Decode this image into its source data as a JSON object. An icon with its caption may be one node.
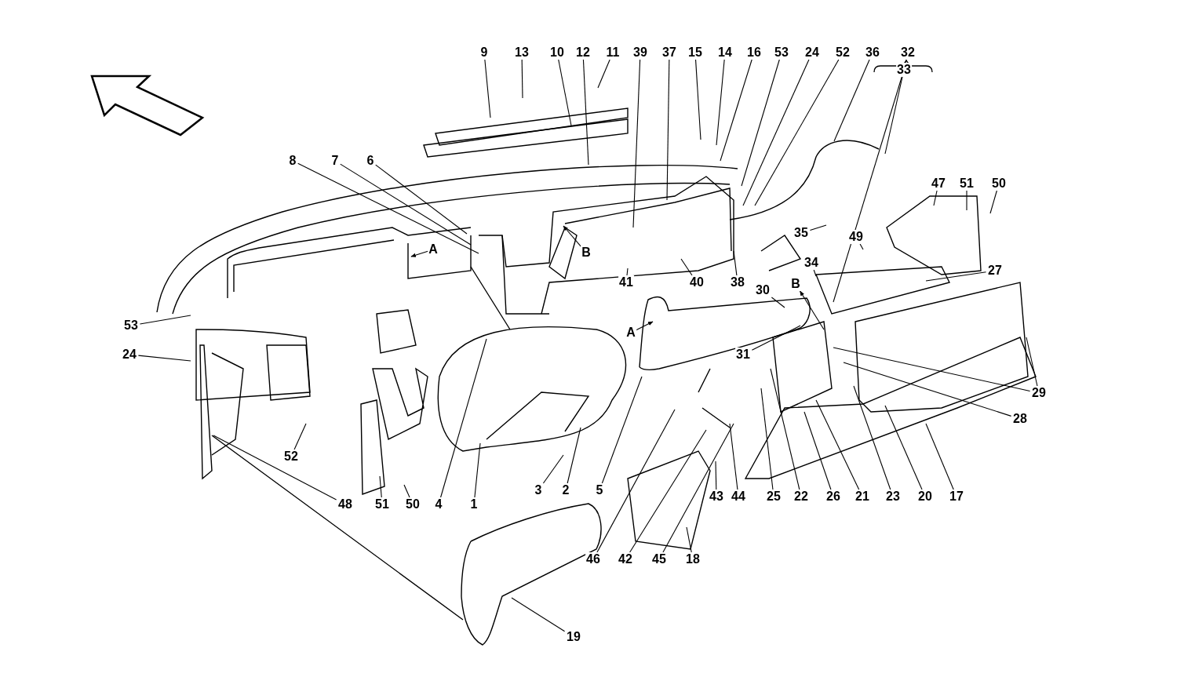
{
  "diagram": {
    "nodes": [
      {
        "text": [
          "9"
        ]
      },
      {
        "text": [
          "13"
        ]
      },
      {
        "text": [
          "10"
        ]
      },
      {
        "text": [
          "12"
        ]
      },
      {
        "text": [
          "11"
        ]
      },
      {
        "text": [
          "39"
        ]
      },
      {
        "text": [
          "37"
        ]
      },
      {
        "text": [
          "15"
        ]
      },
      {
        "text": [
          "14"
        ]
      },
      {
        "text": [
          "16"
        ]
      },
      {
        "text": [
          "53"
        ]
      },
      {
        "text": [
          "24"
        ]
      },
      {
        "text": [
          "52"
        ]
      },
      {
        "text": [
          "36"
        ]
      },
      {
        "text": [
          "32"
        ]
      },
      {
        "text": [
          "33"
        ]
      },
      {
        "text": [
          "8"
        ]
      },
      {
        "text": [
          "7"
        ]
      },
      {
        "text": [
          "6"
        ]
      },
      {
        "text": [
          "35"
        ]
      },
      {
        "text": [
          "47"
        ]
      },
      {
        "text": [
          "51"
        ]
      },
      {
        "text": [
          "50"
        ]
      },
      {
        "text": [
          "49"
        ]
      },
      {
        "text": [
          "A"
        ]
      },
      {
        "text": [
          "B"
        ]
      },
      {
        "text": [
          "41"
        ]
      },
      {
        "text": [
          "40"
        ]
      },
      {
        "text": [
          "38"
        ]
      },
      {
        "text": [
          "34"
        ]
      },
      {
        "text": [
          "B"
        ]
      },
      {
        "text": [
          "27"
        ]
      },
      {
        "text": [
          "30"
        ]
      },
      {
        "text": [
          "53"
        ]
      },
      {
        "text": [
          "A"
        ]
      },
      {
        "text": [
          "31"
        ]
      },
      {
        "text": [
          "24"
        ]
      },
      {
        "text": [
          "29"
        ]
      },
      {
        "text": [
          "28"
        ]
      },
      {
        "text": [
          "52"
        ]
      },
      {
        "text": [
          "3"
        ]
      },
      {
        "text": [
          "2"
        ]
      },
      {
        "text": [
          "5"
        ]
      },
      {
        "text": [
          "43"
        ]
      },
      {
        "text": [
          "44"
        ]
      },
      {
        "text": [
          "25"
        ]
      },
      {
        "text": [
          "22"
        ]
      },
      {
        "text": [
          "26"
        ]
      },
      {
        "text": [
          "21"
        ]
      },
      {
        "text": [
          "23"
        ]
      },
      {
        "text": [
          "20"
        ]
      },
      {
        "text": [
          "17"
        ]
      },
      {
        "text": [
          "48"
        ]
      },
      {
        "text": [
          "51"
        ]
      },
      {
        "text": [
          "50"
        ]
      },
      {
        "text": [
          "4"
        ]
      },
      {
        "text": [
          "1"
        ]
      },
      {
        "text": [
          "46"
        ]
      },
      {
        "text": [
          "42"
        ]
      },
      {
        "text": [
          "45"
        ]
      },
      {
        "text": [
          "18"
        ]
      },
      {
        "text": [
          "19"
        ]
      }
    ],
    "edges": [
      {
        "from": 0,
        "to": null,
        "arrow": "none"
      },
      {
        "from": 1,
        "to": null,
        "arrow": "none"
      },
      {
        "from": 2,
        "to": null,
        "arrow": "none"
      },
      {
        "from": 3,
        "to": null,
        "arrow": "none"
      },
      {
        "from": 4,
        "to": null,
        "arrow": "none"
      },
      {
        "from": 5,
        "to": null,
        "arrow": "none"
      },
      {
        "from": 6,
        "to": null,
        "arrow": "none"
      },
      {
        "from": 7,
        "to": null,
        "arrow": "none"
      },
      {
        "from": 8,
        "to": null,
        "arrow": "none"
      },
      {
        "from": 9,
        "to": null,
        "arrow": "none"
      },
      {
        "from": 10,
        "to": null,
        "arrow": "none"
      },
      {
        "from": 11,
        "to": null,
        "arrow": "none"
      },
      {
        "from": 12,
        "to": null,
        "arrow": "none"
      },
      {
        "from": 13,
        "to": null,
        "arrow": "none"
      },
      {
        "from": 14,
        "to": null,
        "arrow": "none"
      },
      {
        "from": 15,
        "to": null,
        "arrow": "none"
      },
      {
        "from": 16,
        "to": null,
        "arrow": "none"
      },
      {
        "from": 17,
        "to": null,
        "arrow": "none"
      },
      {
        "from": 18,
        "to": null,
        "arrow": "none"
      },
      {
        "from": 19,
        "to": null,
        "arrow": "none"
      },
      {
        "from": 20,
        "to": null,
        "arrow": "none"
      },
      {
        "from": 21,
        "to": null,
        "arrow": "none"
      },
      {
        "from": 22,
        "to": null,
        "arrow": "none"
      },
      {
        "from": 23,
        "to": null,
        "arrow": "none"
      },
      {
        "from": 24,
        "to": null,
        "arrow": "to"
      },
      {
        "from": 25,
        "to": null,
        "arrow": "to"
      },
      {
        "from": 26,
        "to": null,
        "arrow": "none"
      },
      {
        "from": 27,
        "to": null,
        "arrow": "none"
      },
      {
        "from": 28,
        "to": null,
        "arrow": "none"
      },
      {
        "from": 29,
        "to": null,
        "arrow": "none"
      },
      {
        "from": null,
        "to": 30,
        "arrow": "to"
      },
      {
        "from": 31,
        "to": null,
        "arrow": "none"
      },
      {
        "from": 32,
        "to": null,
        "arrow": "none"
      },
      {
        "from": 33,
        "to": null,
        "arrow": "none"
      },
      {
        "from": 34,
        "to": null,
        "arrow": "to"
      },
      {
        "from": 35,
        "to": null,
        "arrow": "none"
      },
      {
        "from": 36,
        "to": null,
        "arrow": "none"
      },
      {
        "from": 37,
        "to": null,
        "arrow": "none"
      },
      {
        "from": 37,
        "to": null,
        "arrow": "none"
      },
      {
        "from": 38,
        "to": null,
        "arrow": "none"
      },
      {
        "from": 39,
        "to": null,
        "arrow": "none"
      },
      {
        "from": 40,
        "to": null,
        "arrow": "none"
      },
      {
        "from": 41,
        "to": null,
        "arrow": "none"
      },
      {
        "from": 42,
        "to": null,
        "arrow": "none"
      },
      {
        "from": 43,
        "to": null,
        "arrow": "none"
      },
      {
        "from": 44,
        "to": null,
        "arrow": "none"
      },
      {
        "from": 45,
        "to": null,
        "arrow": "none"
      },
      {
        "from": 46,
        "to": null,
        "arrow": "none"
      },
      {
        "from": 47,
        "to": null,
        "arrow": "none"
      },
      {
        "from": 48,
        "to": null,
        "arrow": "none"
      },
      {
        "from": 49,
        "to": null,
        "arrow": "none"
      },
      {
        "from": 50,
        "to": null,
        "arrow": "none"
      },
      {
        "from": 51,
        "to": null,
        "arrow": "none"
      },
      {
        "from": 52,
        "to": null,
        "arrow": "none"
      },
      {
        "from": 53,
        "to": null,
        "arrow": "none"
      },
      {
        "from": 54,
        "to": null,
        "arrow": "none"
      },
      {
        "from": 55,
        "to": null,
        "arrow": "none"
      },
      {
        "from": 56,
        "to": null,
        "arrow": "none"
      },
      {
        "from": 57,
        "to": null,
        "arrow": "none"
      },
      {
        "from": 58,
        "to": null,
        "arrow": "none"
      },
      {
        "from": 59,
        "to": null,
        "arrow": "none"
      },
      {
        "from": 60,
        "to": null,
        "arrow": "none"
      },
      {
        "from": 61,
        "to": null,
        "arrow": "none"
      }
    ]
  }
}
